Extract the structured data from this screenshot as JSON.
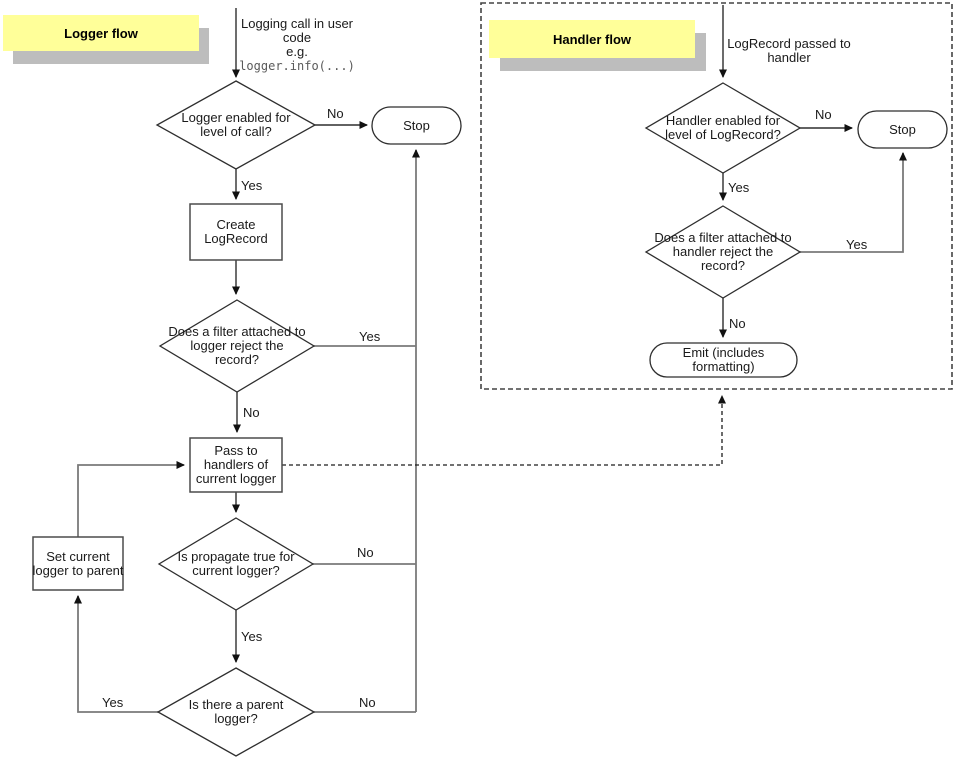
{
  "labels": {
    "yes": "Yes",
    "no": "No"
  },
  "logger_flow": {
    "title": "Logger flow",
    "start_note": {
      "line1": "Logging call in user",
      "line2": "code",
      "line3": "e.g.",
      "code": "logger.info(...)"
    },
    "nodes": {
      "level_check": "Logger enabled for level of call?",
      "stop": "Stop",
      "create_record": "Create LogRecord",
      "filter_check": "Does a filter attached to logger reject the record?",
      "pass_to_handlers": "Pass to handlers of current logger",
      "propagate_check": "Is propagate true for current logger?",
      "parent_check": "Is there a parent logger?",
      "set_parent": "Set current logger to parent"
    }
  },
  "handler_flow": {
    "title": "Handler flow",
    "start_note": {
      "line1": "LogRecord passed to",
      "line2": "handler"
    },
    "nodes": {
      "level_check": "Handler enabled for level of LogRecord?",
      "stop": "Stop",
      "filter_check": "Does a filter attached to handler reject the record?",
      "emit": "Emit (includes formatting)"
    }
  },
  "colors": {
    "section_label_bg": "#ffff99",
    "section_label_shadow": "#bdbdbd",
    "line_dark": "#2e2e2e",
    "line_gray": "#7a7a7a",
    "shape_stroke": "#3f3f3f",
    "text": "#1a1a1a",
    "code_text": "#5a5a5a"
  }
}
